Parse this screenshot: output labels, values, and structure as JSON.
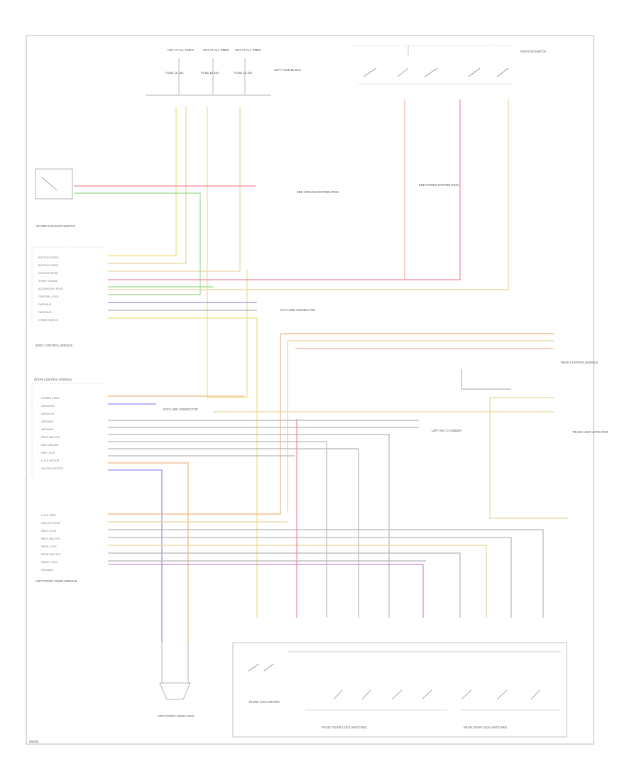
{
  "footer_code": "W0000",
  "colors": {
    "frame": "#b4b4b4",
    "yellow": "#ecdf7c",
    "green": "#9cd58c",
    "red": "#ee8a96",
    "blue": "#8f8ff3",
    "orange": "#f0b37c",
    "purple": "#cf86cf",
    "tan": "#e7d59c",
    "gray": "#b3b3b3",
    "salmon": "#f3b59c"
  },
  "top_fuses": [
    {
      "title": "HOT AT ALL TIMES",
      "fuse": "FUSE 12 15A"
    },
    {
      "title": "HOT AT ALL TIMES",
      "fuse": "FUSE 16 10A"
    },
    {
      "title": "HOT AT ALL TIMES",
      "fuse": "FUSE 15 15A"
    }
  ],
  "fuse_block_label": "LEFT FUSE BLOCK",
  "ignition_switch_label": "IGNITION SWITCH",
  "see_ground_dist": "SEE GROUND DISTRIBUTION",
  "see_power_dist": "SEE POWER DISTRIBUTION",
  "heated_lock": "HEATED LOCKOUT SWITCH",
  "upper_module": "BODY CONTROL MODULE",
  "upper_pins": [
    "BATTERY FEED",
    "BATTERY FEED",
    "IGNITION FEED",
    "START SIGNAL",
    "ACCESSORY FEED",
    "CENTRAL LOCK",
    "DATA BUS",
    "DATA BUS",
    "CHIME SWITCH"
  ],
  "data_link": "DATA LINK CONNECTOR",
  "mid_module": "DOOR CONTROL MODULE",
  "mid_pins": [
    "POWER FEED",
    "DATA BUS",
    "DATA BUS",
    "GROUND",
    "GROUND",
    "PASS UNLOCK",
    "DRV UNLOCK",
    "DRV LOCK",
    "LOCK MOTOR",
    "UNLOCK MOTOR"
  ],
  "key_cylinder": "LEFT KEY CYLINDER",
  "trunk_lock": "TRUNK LOCK ACTUATOR",
  "rear_module": "REAR CONTROL MODULE",
  "lower_module": "LEFT FRONT DOOR MODULE",
  "lower_pins": [
    "LOCK FEED",
    "UNLOCK FEED",
    "PASS LOCK",
    "PASS UNLOCK",
    "REAR LOCK",
    "REAR UNLOCK",
    "DRIVE LOCK",
    "GROUND"
  ],
  "trunk_motor": "TRUNK LOCK MOTOR",
  "left_fr_lock": "LEFT FRONT DOOR LOCK",
  "front_switches_caption": "FRONT DOOR LOCK SWITCHES",
  "rear_switches_caption": "REAR DOOR LOCK SWITCHES"
}
